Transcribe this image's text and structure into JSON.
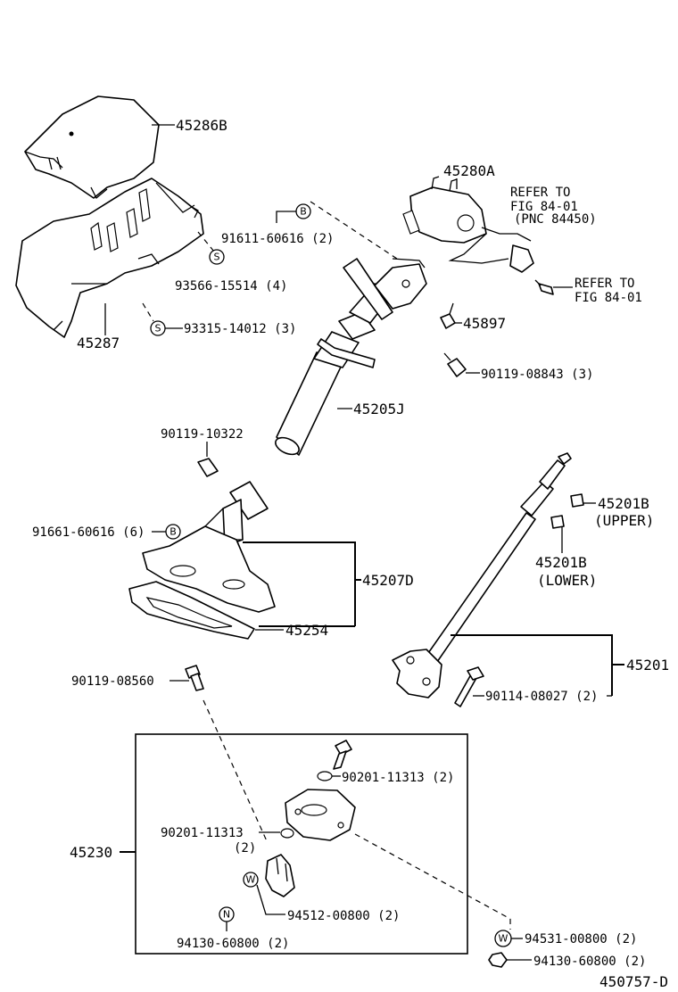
{
  "parts": {
    "p45286B": "45286B",
    "p45287": "45287",
    "p93566": "93566-15514 (4)",
    "p93315": "93315-14012 (3)",
    "p91611": "91611-60616 (2)",
    "p45280A": "45280A",
    "refer1_line1": "REFER TO",
    "refer1_line2": "FIG 84-01",
    "refer1_line3": "(PNC 84450)",
    "refer2_line1": "REFER TO",
    "refer2_line2": "FIG 84-01",
    "p45897": "45897",
    "p90119_08843": "90119-08843 (3)",
    "p45205J": "45205J",
    "p90119_10322": "90119-10322",
    "p91661": "91661-60616 (6)",
    "p45207D": "45207D",
    "p45254": "45254",
    "p45201B_upper_num": "45201B",
    "p45201B_upper_txt": "(UPPER)",
    "p45201B_lower_num": "45201B",
    "p45201B_lower_txt": "(LOWER)",
    "p45201": "45201",
    "p90114": "90114-08027 (2)",
    "p90119_08560": "90119-08560",
    "p45230": "45230",
    "p90201_a": "90201-11313 (2)",
    "p90201_b_line1": "90201-11313",
    "p90201_b_line2": "(2)",
    "p94512": "94512-00800 (2)",
    "p94130_a": "94130-60800 (2)",
    "p94531": "94531-00800 (2)",
    "p94130_b": "94130-60800 (2)",
    "figure_id": "450757-D"
  },
  "badges": {
    "B1": "B",
    "B2": "B",
    "S1": "S",
    "S2": "S",
    "W1": "W",
    "W2": "W",
    "N1": "N"
  }
}
